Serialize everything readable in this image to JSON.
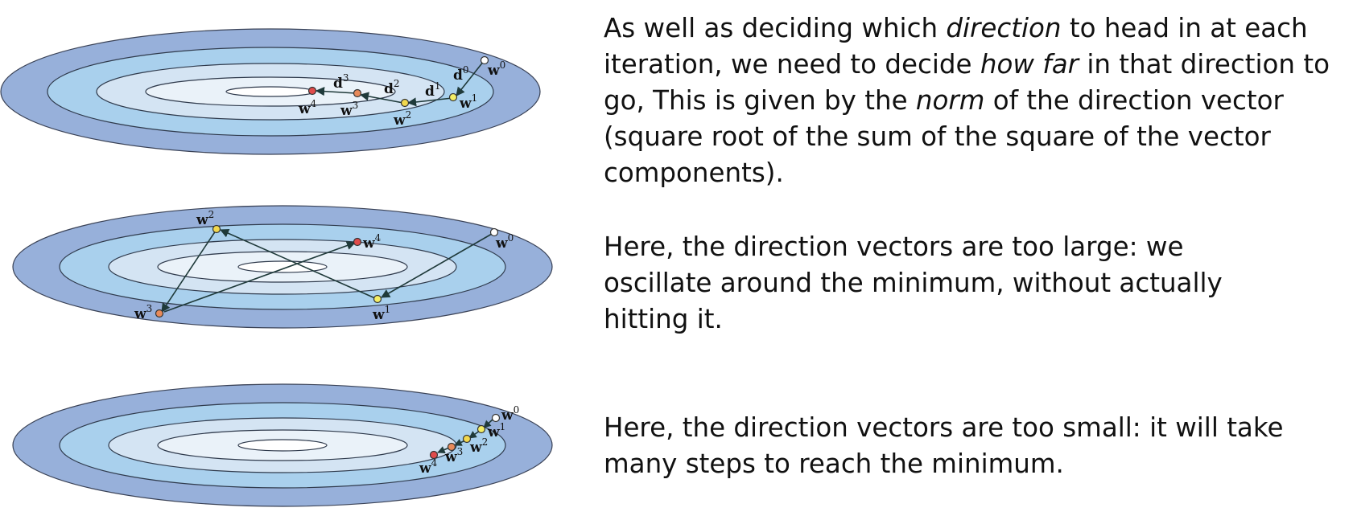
{
  "diagrams": [
    {
      "id": "path-good",
      "points": [
        {
          "label": "w",
          "sup": "0",
          "color": "#ffffff"
        },
        {
          "label": "w",
          "sup": "1",
          "color": "#f4ee66"
        },
        {
          "label": "w",
          "sup": "2",
          "color": "#f2d84e"
        },
        {
          "label": "w",
          "sup": "3",
          "color": "#e88a5a"
        },
        {
          "label": "w",
          "sup": "4",
          "color": "#e04b4b"
        }
      ],
      "directions": [
        {
          "label": "d",
          "sup": "0"
        },
        {
          "label": "d",
          "sup": "1"
        },
        {
          "label": "d",
          "sup": "2"
        },
        {
          "label": "d",
          "sup": "3"
        }
      ]
    },
    {
      "id": "path-large",
      "points": [
        {
          "label": "w",
          "sup": "0",
          "color": "#ffffff"
        },
        {
          "label": "w",
          "sup": "1",
          "color": "#f4ee66"
        },
        {
          "label": "w",
          "sup": "2",
          "color": "#f2d84e"
        },
        {
          "label": "w",
          "sup": "3",
          "color": "#e88a5a"
        },
        {
          "label": "w",
          "sup": "4",
          "color": "#e04b4b"
        }
      ]
    },
    {
      "id": "path-small",
      "points": [
        {
          "label": "w",
          "sup": "0",
          "color": "#ffffff"
        },
        {
          "label": "w",
          "sup": "1",
          "color": "#f4ee66"
        },
        {
          "label": "w",
          "sup": "2",
          "color": "#f2d84e"
        },
        {
          "label": "w",
          "sup": "3",
          "color": "#e88a5a"
        },
        {
          "label": "w",
          "sup": "4",
          "color": "#e04b4b"
        }
      ]
    }
  ],
  "text": {
    "p1": {
      "s1": "As well as deciding which ",
      "i1": "direction",
      "s2": " to head in at each iteration, we need to decide ",
      "i2": "how far",
      "s3": " in that direction to go, This is given by the ",
      "i3": "norm",
      "s4": " of the direction vector (square root of the sum of the square of the vector components)."
    },
    "p2": "Here, the direction vectors are too large: we oscillate around the minimum, without actually hitting it.",
    "p3": "Here, the direction vectors are too small: it will take many steps to reach the minimum."
  }
}
